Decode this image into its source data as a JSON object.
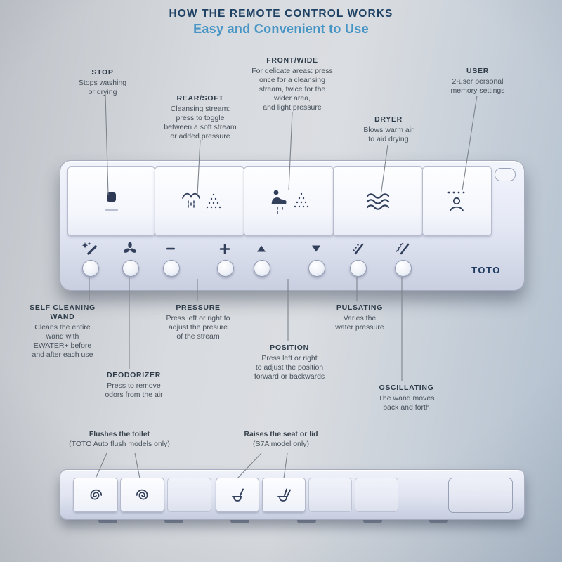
{
  "header": {
    "title": "HOW THE REMOTE CONTROL WORKS",
    "subtitle": "Easy and Convenient to Use"
  },
  "callouts": {
    "stop": {
      "label": "STOP",
      "desc": "Stops washing\nor drying"
    },
    "rear": {
      "label": "REAR/SOFT",
      "desc": "Cleansing stream:\npress to toggle\nbetween a soft stream\nor added pressure"
    },
    "front": {
      "label": "FRONT/WIDE",
      "desc": "For delicate areas: press\nonce for a cleansing\nstream, twice for the\nwider area,\nand light pressure"
    },
    "dryer": {
      "label": "DRYER",
      "desc": "Blows warm air\nto aid drying"
    },
    "user": {
      "label": "USER",
      "desc": "2-user personal\nmemory settings"
    },
    "self_cleaning": {
      "label": "SELF CLEANING\nWAND",
      "desc": "Cleans the entire\nwand with\nEWATER+ before\nand after each use"
    },
    "deodorizer": {
      "label": "DEODORIZER",
      "desc": "Press to remove\nodors from the air"
    },
    "pressure": {
      "label": "PRESSURE",
      "desc": "Press left or right to\nadjust the presure\nof the stream"
    },
    "position": {
      "label": "POSITION",
      "desc": "Press left or right\nto adjust the position\nforward or backwards"
    },
    "pulsating": {
      "label": "PULSATING",
      "desc": "Varies the\nwater pressure"
    },
    "oscillating": {
      "label": "OSCILLATING",
      "desc": "The wand moves\nback and forth"
    },
    "flush": {
      "line1": "Flushes the toilet",
      "line2": "(TOTO Auto flush models only)"
    },
    "seat": {
      "line1": "Raises the seat or lid",
      "line2": "(S7A model only)"
    }
  },
  "remote": {
    "brand": "TOTO"
  },
  "icons": {
    "top_row": [
      "stop-square-icon",
      "rear-spray-icon",
      "front-wide-spray-icon",
      "dryer-waves-icon",
      "user-memory-icon"
    ],
    "bottom_row": [
      "self-cleaning-wand-icon",
      "deodorizer-fan-icon",
      "minus-icon",
      "plus-icon",
      "arrow-up-icon",
      "arrow-down-icon",
      "pulsating-icon",
      "oscillating-icon"
    ],
    "side_view": [
      "flush-spiral-icon",
      "flush-spiral-icon",
      "seat-up-icon",
      "lid-up-icon"
    ]
  },
  "colors": {
    "title": "#1e4164",
    "subtitle": "#4795c5",
    "icon_dark": "#33405c",
    "remote_body": "#e4e8f5"
  }
}
